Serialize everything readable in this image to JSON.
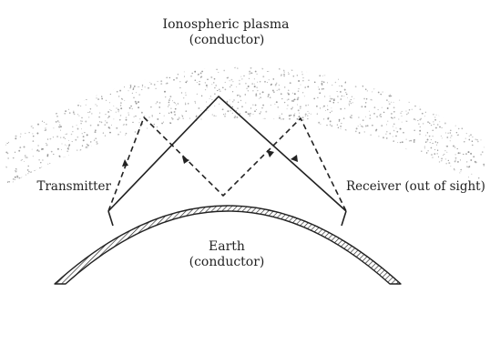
{
  "labels": {
    "plasma_line1": "Ionospheric plasma",
    "plasma_line2": "(conductor)",
    "transmitter": "Transmitter",
    "receiver": "Receiver (out of sight)",
    "earth_line1": "Earth",
    "earth_line2": "(conductor)"
  },
  "colors": {
    "ink": "#222222",
    "plasma_dots": "#8a8a8a",
    "background": "#ffffff"
  },
  "paths": [
    {
      "name": "solid-wave-path",
      "style": "solid"
    },
    {
      "name": "dashed-wave-path",
      "style": "dashed"
    }
  ]
}
